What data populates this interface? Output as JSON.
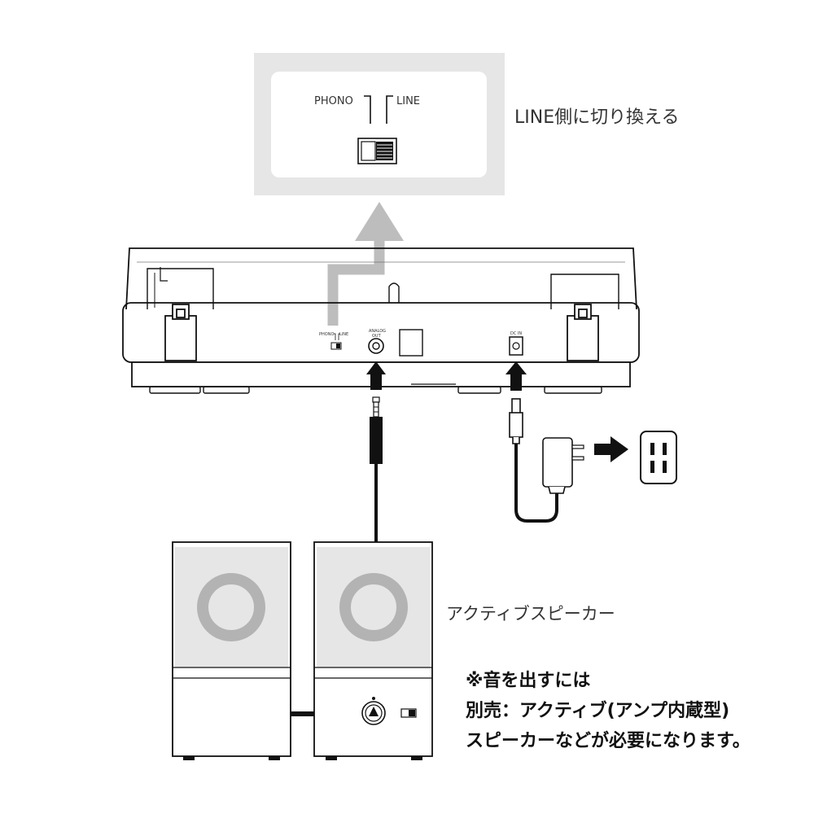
{
  "switch_callout": {
    "phono_label": "PHONO",
    "line_label": "LINE",
    "caption": "LINE側に切り換える"
  },
  "turntable": {
    "switch_phono_label": "PHONO",
    "switch_line_label": "LINE",
    "analog_out_label_1": "ANALOG",
    "analog_out_label_2": "OUT",
    "dc_in_label": "DC IN"
  },
  "speaker": {
    "label": "アクティブスピーカー"
  },
  "note": {
    "line1": "※音を出すには",
    "line2": "別売：アクティブ(アンプ内蔵型)",
    "line3": "スピーカーなどが必要になります。"
  },
  "colors": {
    "callout_bg": "#e6e6e6",
    "arrow_gray": "#bdbdbd",
    "ring_gray": "#b3b3b3",
    "outline": "#111111"
  }
}
